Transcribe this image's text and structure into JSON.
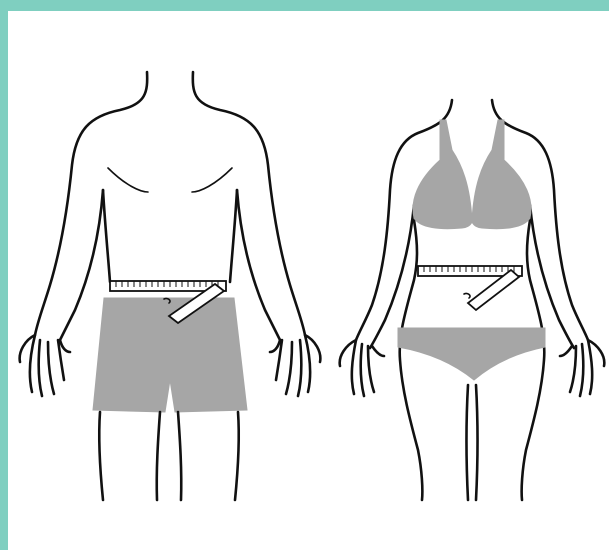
{
  "colors": {
    "frame_accent": "#7fcfc0",
    "garment_fill": "#a6a6a6",
    "outline": "#111111",
    "background": "#ffffff"
  },
  "figures": [
    {
      "name": "male-figure",
      "garment": "shorts",
      "measurement": "waist"
    },
    {
      "name": "female-figure",
      "garment": "bikini",
      "measurement": "waist"
    }
  ]
}
